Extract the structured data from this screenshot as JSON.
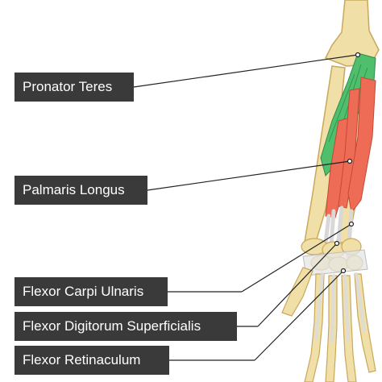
{
  "labels": {
    "pronator_teres": "Pronator Teres",
    "palmaris_longus": "Palmaris Longus",
    "flexor_carpi_ulnaris": "Flexor Carpi Ulnaris",
    "flexor_digitorum_superficialis": "Flexor Digitorum Superficialis",
    "flexor_retinaculum": "Flexor Retinaculum"
  },
  "colors": {
    "label_bg": "#3a3a3a",
    "label_text": "#ffffff",
    "bone": "#f0dfa6",
    "bone_outline": "#c9a85c",
    "muscle_red": "#ee6b55",
    "muscle_green": "#4fbf6d",
    "tendon": "#eaeaea",
    "leader_line": "#222222"
  }
}
